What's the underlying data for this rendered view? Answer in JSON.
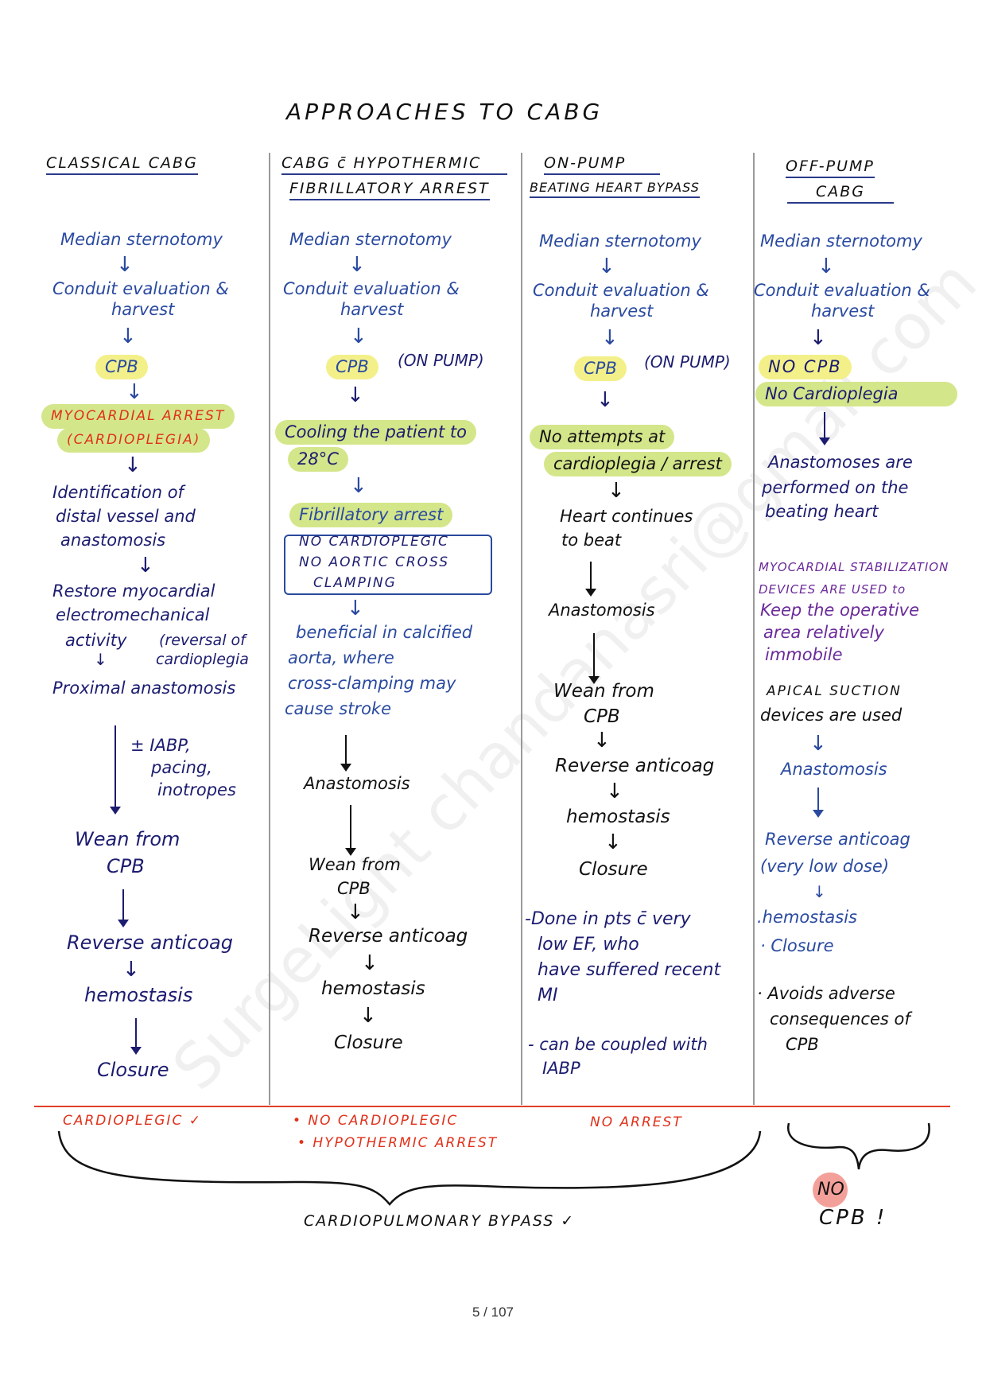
{
  "title": "APPROACHES TO CABG",
  "watermark": "SurgeLight chandanasri@gmail.com",
  "colors": {
    "blue": "#2a4aa0",
    "navy": "#1c1c70",
    "red": "#e0301a",
    "purple": "#6a2a9a",
    "highlight_green": "#d4e68a",
    "highlight_yellow": "#f3f08a",
    "highlight_pink": "#f4a09a",
    "divider": "#9a9a9a"
  },
  "columns": [
    {
      "header": [
        "CLASSICAL CABG"
      ],
      "steps": [
        "Median sternotomy",
        "Conduit evaluation &",
        "harvest",
        "CPB",
        "MYOCARDIAL ARREST",
        "(CARDIOPLEGIA)",
        "Identification of",
        "distal vessel and",
        "anastomosis",
        "Restore myocardial",
        "electromechanical",
        "activity",
        "(reversal of",
        "cardioplegia",
        "Proximal anastomosis",
        "± IABP,",
        "pacing,",
        "inotropes",
        "Wean from",
        "CPB",
        "Reverse anticoag",
        "hemostasis",
        "Closure"
      ]
    },
    {
      "header": [
        "CABG c̄ HYPOTHERMIC",
        "FIBRILLATORY ARREST"
      ],
      "steps": [
        "Median sternotomy",
        "Conduit evaluation &",
        "harvest",
        "CPB",
        "(ON PUMP)",
        "Cooling the patient to",
        "28°C",
        "Fibrillatory arrest",
        "NO CARDIOPLEGIC",
        "NO AORTIC CROSS",
        "CLAMPING",
        "beneficial in calcified",
        "aorta, where",
        "cross-clamping may",
        "cause stroke",
        "Anastomosis",
        "Wean from",
        "CPB",
        "Reverse anticoag",
        "hemostasis",
        "Closure"
      ]
    },
    {
      "header": [
        "ON-PUMP",
        "BEATING HEART BYPASS"
      ],
      "steps": [
        "Median sternotomy",
        "Conduit evaluation &",
        "harvest",
        "CPB",
        "(ON PUMP)",
        "No attempts at",
        "cardioplegia / arrest",
        "Heart continues",
        "to beat",
        "Anastomosis",
        "Wean from",
        "CPB",
        "Reverse anticoag",
        "hemostasis",
        "Closure",
        "-Done in pts c̄ very",
        "low EF, who",
        "have suffered recent",
        "MI",
        "- can be coupled with",
        "IABP"
      ]
    },
    {
      "header": [
        "OFF-PUMP",
        "CABG"
      ],
      "steps": [
        "Median sternotomy",
        "Conduit evaluation &",
        "harvest",
        "NO CPB",
        "No Cardioplegia",
        "Anastomoses are",
        "performed on the",
        "beating heart",
        "MYOCARDIAL STABILIZATION",
        "DEVICES ARE USED to",
        "Keep the operative",
        "area relatively",
        "immobile",
        "APICAL SUCTION",
        "devices are used",
        "Anastomosis",
        "Reverse anticoag",
        "(very low dose)",
        ".hemostasis",
        "· Closure",
        "· Avoids adverse",
        "consequences of",
        "CPB"
      ]
    }
  ],
  "summary": {
    "classical": "CARDIOPLEGIC ✓",
    "hypothermic": [
      "• NO CARDIOPLEGIC",
      "• HYPOTHERMIC ARREST"
    ],
    "on_pump": "NO ARREST",
    "bypass_group": "CARDIOPULMONARY BYPASS ✓",
    "off_pump": [
      "NO",
      "CPB !"
    ]
  },
  "page_number": "5 / 107"
}
